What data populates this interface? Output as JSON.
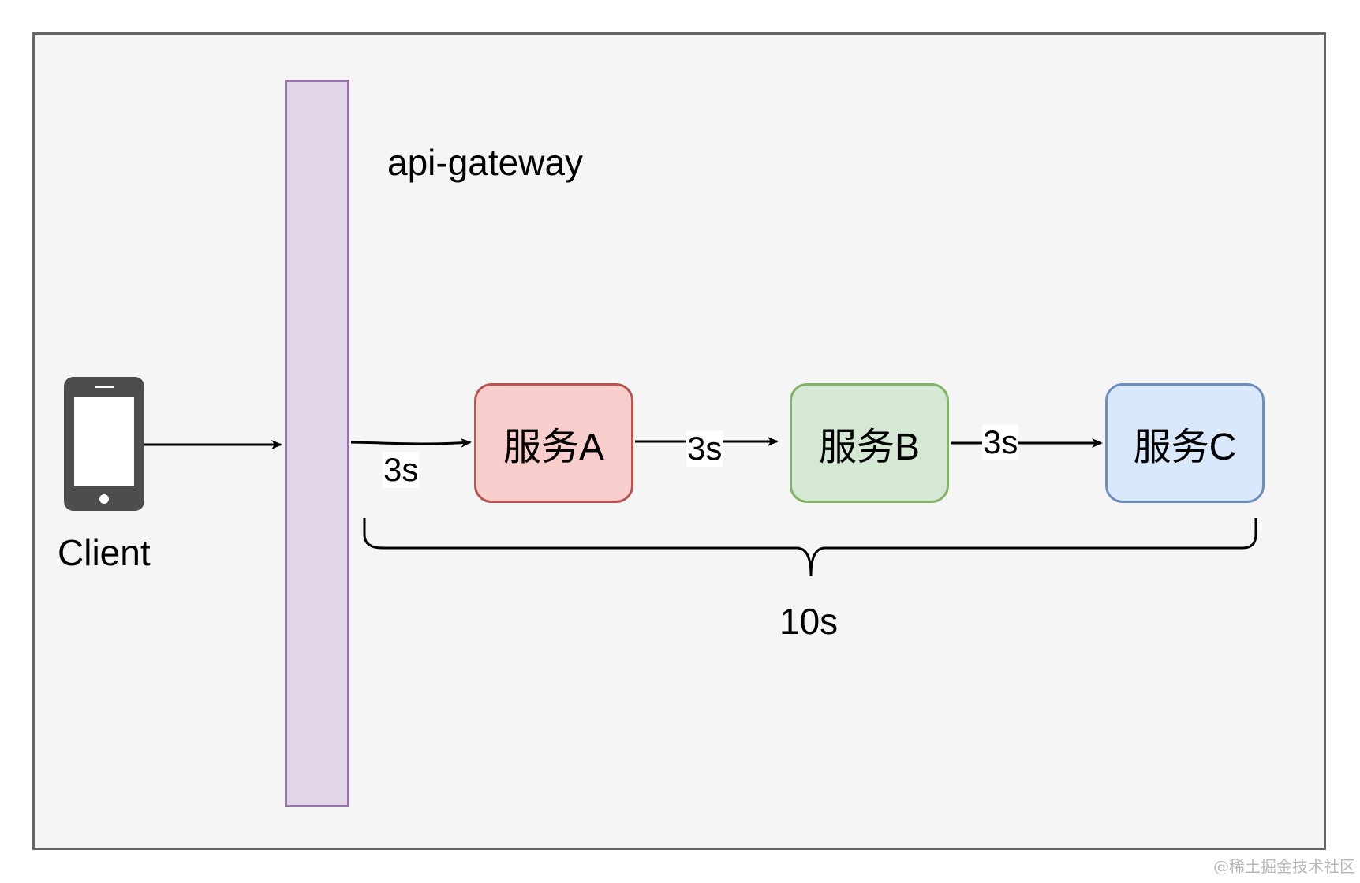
{
  "diagram": {
    "gateway_label": "api-gateway",
    "client_label": "Client",
    "services": [
      {
        "label": "服务A",
        "fill": "#f8cecc",
        "stroke": "#b85450"
      },
      {
        "label": "服务B",
        "fill": "#d5e8d4",
        "stroke": "#82b366"
      },
      {
        "label": "服务C",
        "fill": "#dae8fc",
        "stroke": "#6c8ebf"
      }
    ],
    "edges": [
      {
        "from": "Client",
        "to": "api-gateway",
        "label": ""
      },
      {
        "from": "api-gateway",
        "to": "服务A",
        "label": "3s"
      },
      {
        "from": "服务A",
        "to": "服务B",
        "label": "3s"
      },
      {
        "from": "服务B",
        "to": "服务C",
        "label": "3s"
      }
    ],
    "total_label": "10s",
    "colors": {
      "frame_fill": "#f5f5f5",
      "frame_stroke": "#666666",
      "gateway_fill": "#e1d5e7",
      "gateway_stroke": "#9673a6",
      "phone": "#4d4d4d"
    }
  },
  "watermark": "@稀土掘金技术社区"
}
